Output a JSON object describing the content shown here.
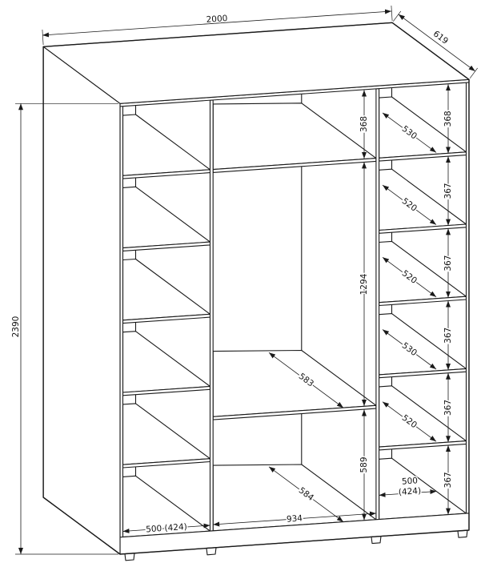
{
  "drawing": {
    "type": "wardrobe-technical-dimension-drawing",
    "colors": {
      "line": "#1a1a1a",
      "background": "#ffffff"
    },
    "dimensions": {
      "overall": {
        "width": "2000",
        "depth": "619",
        "height": "2390"
      },
      "middle_section": {
        "top_gap": "368",
        "hanging_height": "1294",
        "shelf_depth": "583",
        "lower_height": "589",
        "floor_depth": "584",
        "width": "934"
      },
      "left_section": {
        "floor_width": "500 (424)"
      },
      "right_section": {
        "rows": [
          {
            "depth": "530",
            "gap": "368"
          },
          {
            "depth": "520",
            "gap": "367"
          },
          {
            "depth": "520",
            "gap": "367"
          },
          {
            "depth": "530",
            "gap": "367"
          },
          {
            "depth": "520",
            "gap": "367"
          }
        ],
        "bottom": {
          "width": "500",
          "width_inner": "(424)",
          "gap": "367"
        }
      }
    }
  }
}
